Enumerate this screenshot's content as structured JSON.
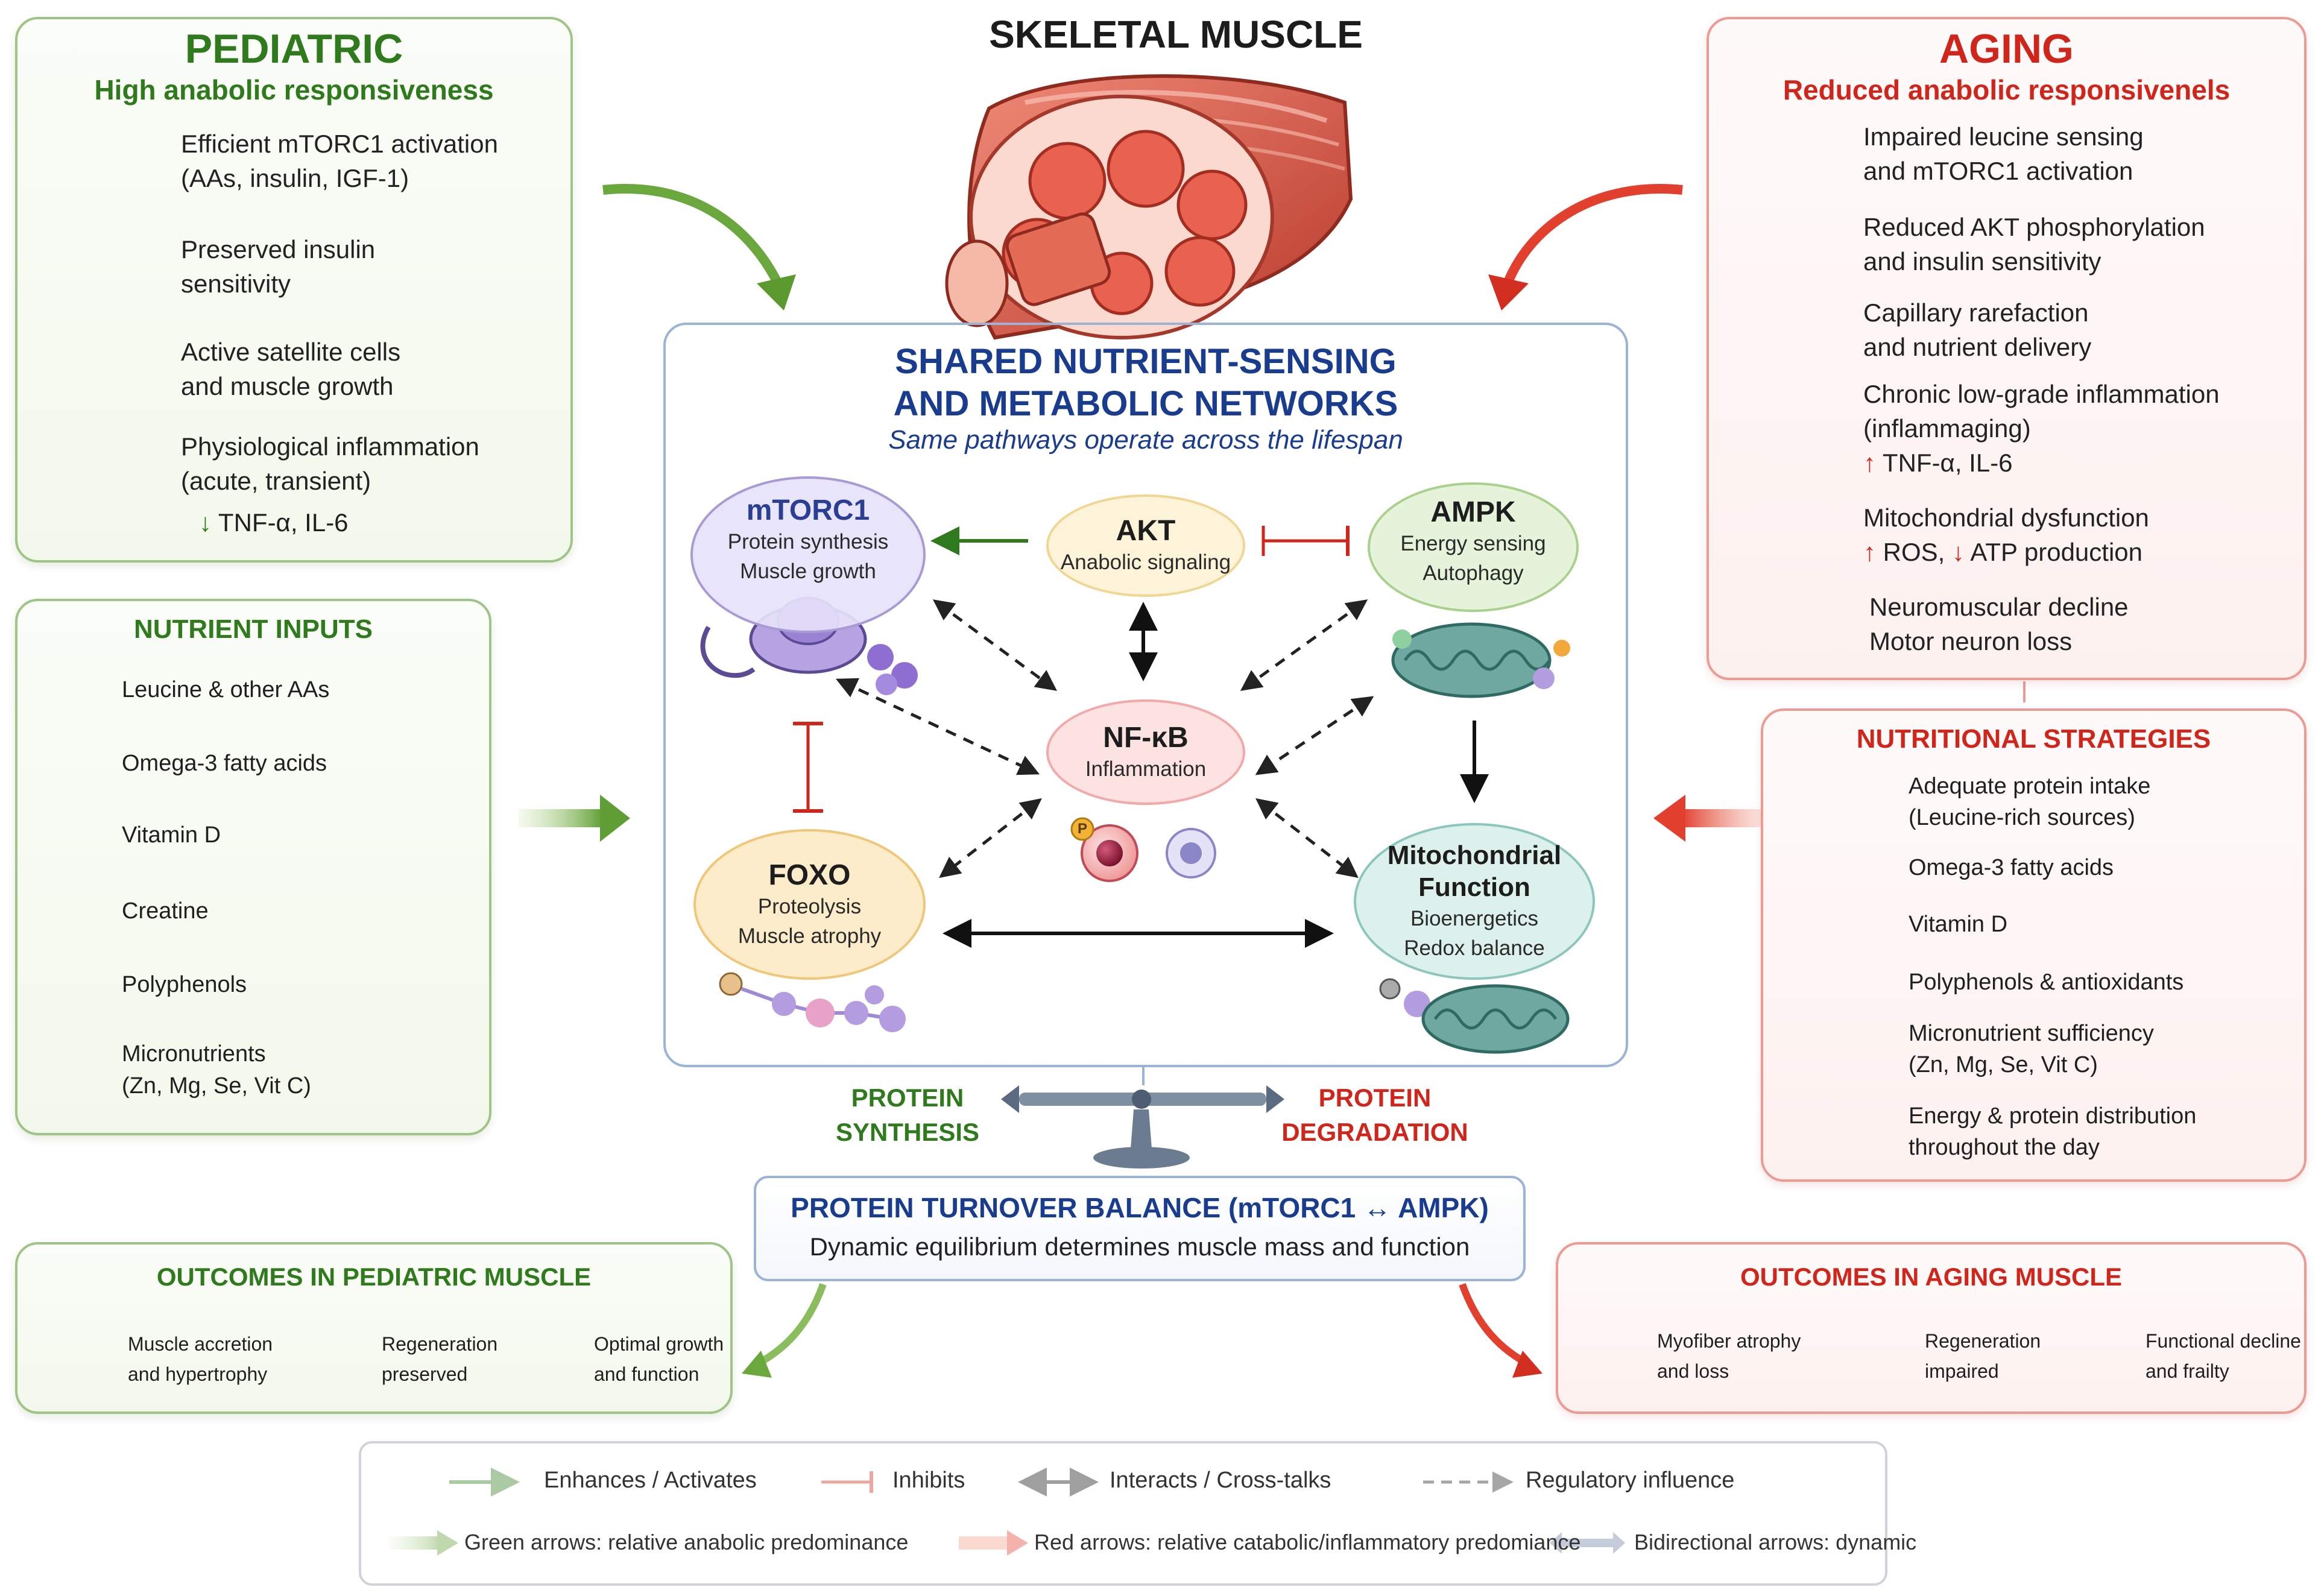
{
  "header": {
    "title": "SKELETAL MUSCLE"
  },
  "pediatric": {
    "title": "PEDIATRIC",
    "subtitle": "High anabolic responsiveness",
    "items": [
      {
        "icon": "receptor-icon",
        "line1": "Efficient mTORC1 activation",
        "line2": "(AAs, insulin, IGF-1)"
      },
      {
        "icon": "pancreas-icon",
        "line1": "Preserved insulin",
        "line2": "sensitivity"
      },
      {
        "icon": "satellite-cell-icon",
        "line1": "Active satellite cells",
        "line2": "and muscle growth"
      },
      {
        "icon": "mitochondrion-icon",
        "line1": "Physiological inflammation",
        "line2": "(acute, transient)"
      }
    ],
    "cytokine_arrow": "↓",
    "cytokine_text": "TNF-α, IL-6"
  },
  "aging": {
    "title": "AGING",
    "subtitle": "Reduced anabolic responsivenels",
    "items": [
      {
        "icon": "leucine-molecule-icon",
        "line1": "Impaired leucine sensing",
        "line2": "and mTORC1 activation"
      },
      {
        "icon": "receptor-icon",
        "line1": "Reduced AKT phosphorylation",
        "line2": "and insulin sensitivity"
      },
      {
        "icon": "capillary-icon",
        "line1": "Capillary rarefaction",
        "line2": "and nutrient delivery"
      },
      {
        "icon": "immune-cell-icon",
        "line1": "Chronic low-grade inflammation",
        "line2": "(inflammaging)",
        "arrow3": "↑",
        "line3": "TNF-α, IL-6"
      },
      {
        "icon": "damaged-mitochondrion-icon",
        "line1": "Mitochondrial dysfunction",
        "arrowA": "↑",
        "partA": "ROS,",
        "arrowB": "↓",
        "partB": "ATP production"
      },
      {
        "icon": "neuron-icon",
        "line1": "Neuromuscular decline",
        "line2": "Motor neuron loss"
      }
    ]
  },
  "nutrient_inputs": {
    "title": "NUTRIENT INPUTS",
    "items": [
      {
        "icon": "amino-acid-icon",
        "label": "Leucine & other AAs",
        "food_icon": "protein-foods-icon"
      },
      {
        "icon": "omega3-bowl-icon",
        "label": "Omega-3 fatty acids",
        "food_icon": "fish-icon"
      },
      {
        "icon": "sun-icon",
        "label": "Vitamin D",
        "food_icon": "vitamin-d-capsules-icon"
      },
      {
        "icon": "creatine-capsule-icon",
        "label": "Creatine",
        "food_icon": "creatine-powder-icon"
      },
      {
        "icon": "berries-icon",
        "label": "Polyphenols",
        "food_icon": "berries-tea-icon"
      },
      {
        "icon": "vegetables-icon",
        "label": "Micronutrients",
        "label2": "(Zn, Mg, Se, Vit C)",
        "food_icon": "supplements-icon"
      }
    ]
  },
  "strategies": {
    "title": "NUTRITIONAL STRATEGIES",
    "items": [
      {
        "icon": "protein-foods-icon",
        "line1": "Adequate protein intake",
        "line2": "(Leucine-rich sources)"
      },
      {
        "icon": "fish-icon",
        "line1": "Omega-3 fatty acids"
      },
      {
        "icon": "sun-bottle-icon",
        "line1": "Vitamin D"
      },
      {
        "icon": "berries-icon",
        "line1": "Polyphenols & antioxidants"
      },
      {
        "icon": "vegetables-icon",
        "line1": "Micronutrient sufficiency",
        "line2": "(Zn, Mg, Se, Vit C)"
      },
      {
        "icon": "clock-meal-icon",
        "line1": "Energy & protein distribution",
        "line2": "throughout the day"
      }
    ]
  },
  "center": {
    "title1": "SHARED NUTRIENT-SENSING",
    "title2": "AND METABOLIC NETWORKS",
    "subtitle": "Same pathways operate across the lifespan",
    "nodes": {
      "mtorc1": {
        "name": "mTORC1",
        "line1": "Protein synthesis",
        "line2": "Muscle growth"
      },
      "akt": {
        "name": "AKT",
        "line1": "Anabolic signaling"
      },
      "ampk": {
        "name": "AMPK",
        "line1": "Energy sensing",
        "line2": "Autophagy"
      },
      "nfkb": {
        "name": "NF-κB",
        "line1": "Inflammation"
      },
      "foxo": {
        "name": "FOXO",
        "line1": "Proteolysis",
        "line2": "Muscle atrophy"
      },
      "mito": {
        "name1": "Mitochondrial",
        "name2": "Function",
        "line1": "Bioenergetics",
        "line2": "Redox balance"
      }
    },
    "phospho_label": "P"
  },
  "balance": {
    "left1": "PROTEIN",
    "left2": "SYNTHESIS",
    "right1": "PROTEIN",
    "right2": "DEGRADATION",
    "title": "PROTEIN TURNOVER BALANCE (mTORC1 ↔ AMPK)",
    "subtitle": "Dynamic equilibrium determines muscle mass and function"
  },
  "outcomes_pediatric": {
    "title": "OUTCOMES IN PEDIATRIC MUSCLE",
    "items": [
      {
        "icon": "growth-chart-icon",
        "line1": "Muscle accretion",
        "line2": "and hypertrophy"
      },
      {
        "icon": "satellite-cell-icon",
        "line1": "Regeneration",
        "line2": "preserved"
      },
      {
        "icon": "child-figure-icon",
        "line1": "Optimal growth",
        "line2": "and function"
      }
    ]
  },
  "outcomes_aging": {
    "title": "OUTCOMES IN AGING MUSCLE",
    "items": [
      {
        "icon": "myofiber-cross-section-icon",
        "line1": "Myofiber atrophy",
        "line2": "and loss"
      },
      {
        "icon": "immune-cell-icon",
        "line1": "Regeneration",
        "line2": "impaired"
      },
      {
        "icon": "elderly-figure-icon",
        "line1": "Functional decline",
        "line2": "and frailty"
      }
    ]
  },
  "legend": {
    "enhances": "Enhances / Activates",
    "inhibits": "Inhibits",
    "interacts": "Interacts / Cross-talks",
    "regulatory": "Regulatory influence",
    "green_note": "Green arrows: relative anabolic predominance",
    "red_note": "Red arrows: relative catabolic/inflammatory predomiance",
    "blue_note": "Bidirectional arrows: dynamic"
  },
  "colors": {
    "green": "#2e7a1c",
    "red": "#d0251b",
    "blue": "#1a3c8f",
    "green_arrow": "#6aa83d",
    "red_arrow": "#e2402f"
  }
}
